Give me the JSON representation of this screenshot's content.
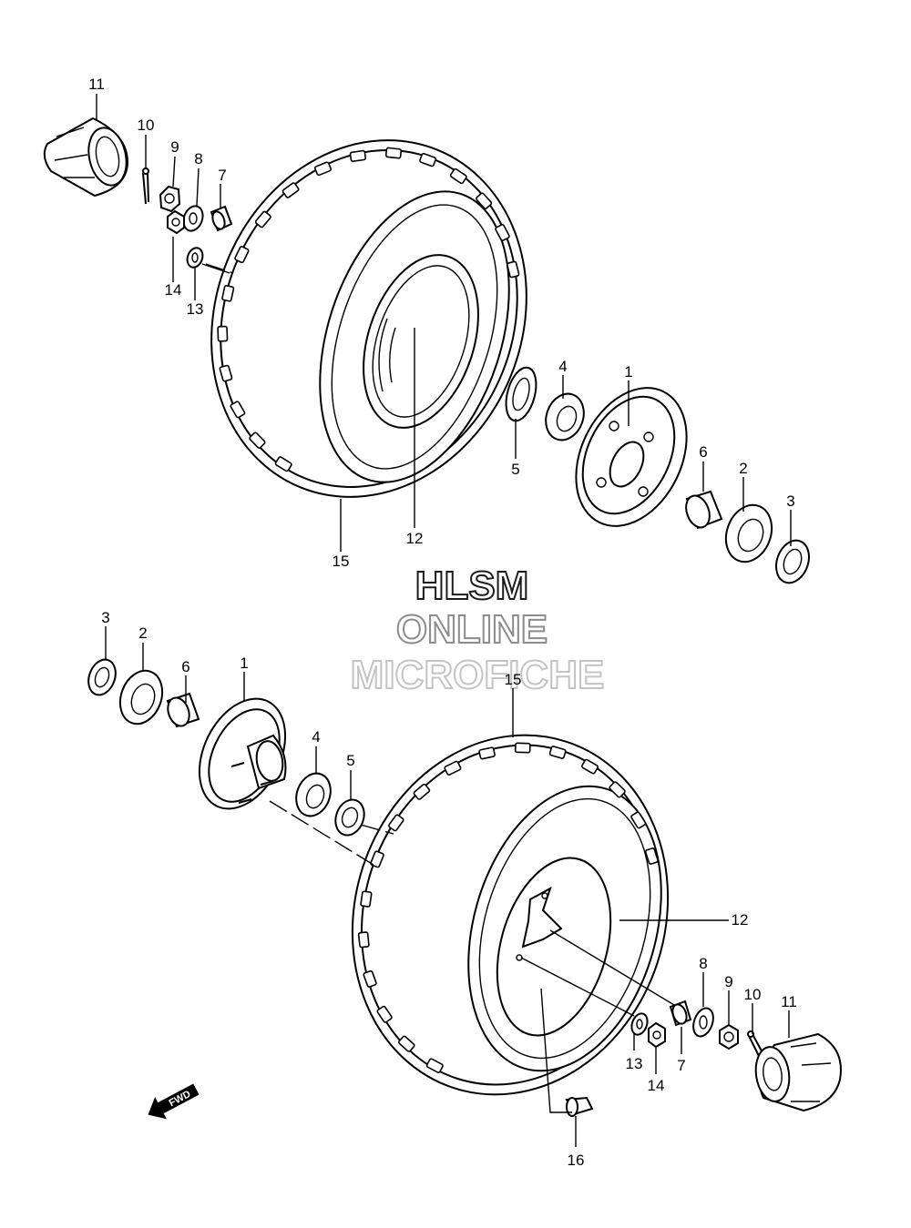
{
  "watermark": {
    "line1": "HLSM",
    "line2": "ONLINE",
    "line3": "MICROFICHE",
    "colors": [
      "#1a1a1a",
      "#8c8c8c",
      "#c4c4c4"
    ]
  },
  "direction_badge": {
    "label": "FWD",
    "icon": "arrow-icon"
  },
  "callouts": {
    "upper": {
      "c11": "11",
      "c10": "10",
      "c9": "9",
      "c8": "8",
      "c7": "7",
      "c14": "14",
      "c13": "13",
      "c12": "12",
      "c15": "15",
      "c4": "4",
      "c5": "5",
      "c1": "1",
      "c6": "6",
      "c2": "2",
      "c3": "3"
    },
    "lower": {
      "c3": "3",
      "c2": "2",
      "c6": "6",
      "c1": "1",
      "c4": "4",
      "c5": "5",
      "c15": "15",
      "c12": "12",
      "c8": "8",
      "c9": "9",
      "c10": "10",
      "c11": "11",
      "c13": "13",
      "c7": "7",
      "c14": "14",
      "c16": "16"
    }
  }
}
